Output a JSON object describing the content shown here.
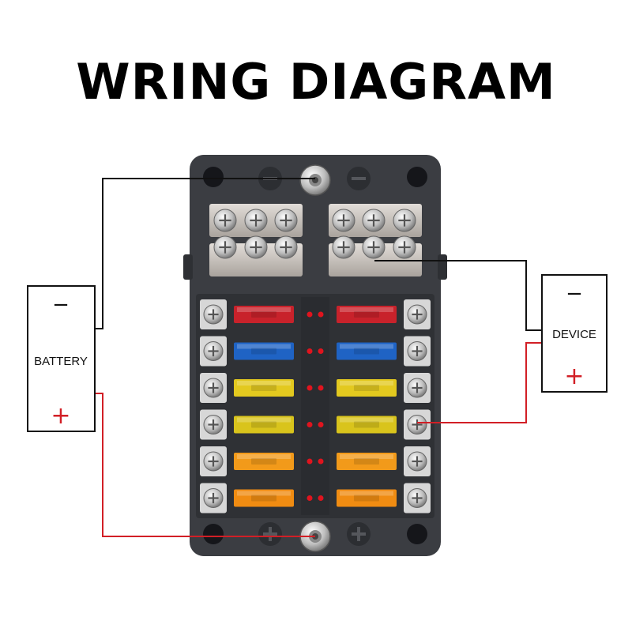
{
  "title": "WRING DIAGRAM",
  "battery": {
    "label": "BATTERY",
    "negative_symbol": "−",
    "positive_symbol": "+"
  },
  "device": {
    "label": "DEVICE",
    "negative_symbol": "−",
    "positive_symbol": "+"
  },
  "fuse_block": {
    "rows": 6,
    "columns": 2,
    "fuse_colors_by_row": [
      "#c8222b",
      "#1f63c4",
      "#e3c91f",
      "#d9c41c",
      "#f29a1a",
      "#f08c12"
    ],
    "led_color": "#e0141e",
    "body_color": "#3b3d42",
    "busbar_color": "#c9c4bf"
  },
  "wire_colors": {
    "negative": "#111111",
    "positive": "#d21f26"
  }
}
